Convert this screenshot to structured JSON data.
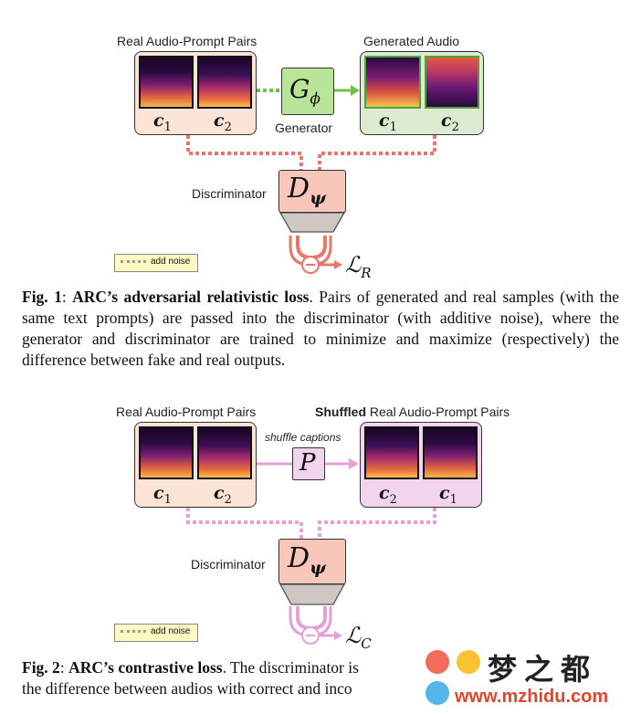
{
  "fig1": {
    "real_pairs_label": "Real Audio-Prompt Pairs",
    "generated_label": "Generated Audio",
    "generator_symbol": "G",
    "generator_sub": "ϕ",
    "generator_label": "Generator",
    "discriminator_label": "Discriminator",
    "disc_symbol": "D",
    "disc_sub": "ψ",
    "c1": "c",
    "c1_sub": "1",
    "c2": "c",
    "c2_sub": "2",
    "loss_symbol": "ℒ",
    "loss_sub": "R",
    "noise_label": "add noise",
    "caption_prefix": "Fig. 1",
    "caption_title": "ARC’s adversarial relativistic loss",
    "caption_text": ". Pairs of generated and real samples (with the same text prompts) are passed into the discriminator (with additive noise), where the generator and discriminator are trained to minimize and maximize (respectively) the difference between fake and real outputs."
  },
  "fig2": {
    "real_pairs_label": "Real Audio-Prompt Pairs",
    "shuffled_bold": "Shuffled",
    "shuffled_rest": " Real Audio-Prompt Pairs",
    "shuffle_label": "shuffle captions",
    "perm_symbol": "P",
    "discriminator_label": "Discriminator",
    "disc_symbol": "D",
    "disc_sub": "ψ",
    "loss_symbol": "ℒ",
    "loss_sub": "C",
    "noise_label": "add noise",
    "left_c1": "c",
    "left_c1_sub": "1",
    "left_c2": "c",
    "left_c2_sub": "2",
    "right_c1": "c",
    "right_c1_sub": "2",
    "right_c2": "c",
    "right_c2_sub": "1",
    "caption_prefix": "Fig. 2",
    "caption_title": "ARC’s contrastive loss",
    "caption_line1": ". The discriminator is",
    "caption_line2": "the difference between audios with correct and inco"
  },
  "watermark": {
    "text_cn": "梦之都",
    "url": "www.mzhidu.com"
  },
  "colors": {
    "real_box": "#fbe3d6",
    "generated_box": "#dcebd2",
    "shuffled_box": "#f3d4ee",
    "generator_box": "#b9e59a",
    "disc_box": "#f8c7b9",
    "salmon_line": "#e8766a",
    "green_line": "#72c049",
    "pink_line": "#e79fd8"
  }
}
